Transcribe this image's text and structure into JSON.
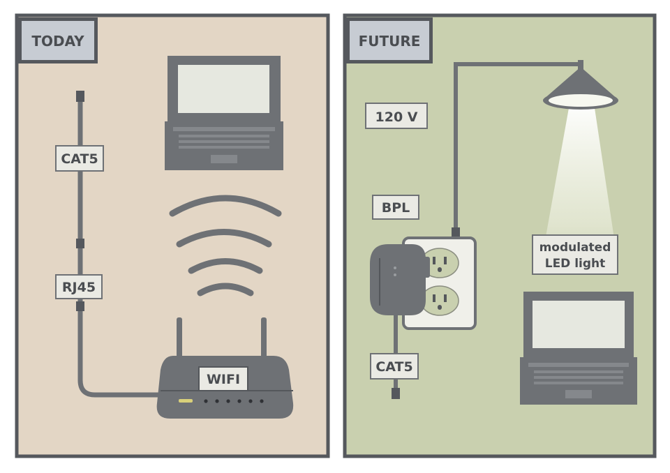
{
  "panels": {
    "today": {
      "title": "TODAY",
      "labels": {
        "cable": "CAT5",
        "connector": "RJ45",
        "router": "WIFI"
      }
    },
    "future": {
      "title": "FUTURE",
      "labels": {
        "voltage": "120 V",
        "adapter": "BPL",
        "cable": "CAT5",
        "lamp_line1": "modulated",
        "lamp_line2": "LED light"
      }
    }
  },
  "colors": {
    "frame": "#55585d",
    "today_bg": "#e3d6c5",
    "future_bg": "#c9d0af",
    "device": "#6e7175",
    "device_dark": "#54575b",
    "screen": "#e6e8e0",
    "label_bg": "#eaeae4",
    "title_bg": "#c7ccd3",
    "router_light": "#d9d07a"
  }
}
